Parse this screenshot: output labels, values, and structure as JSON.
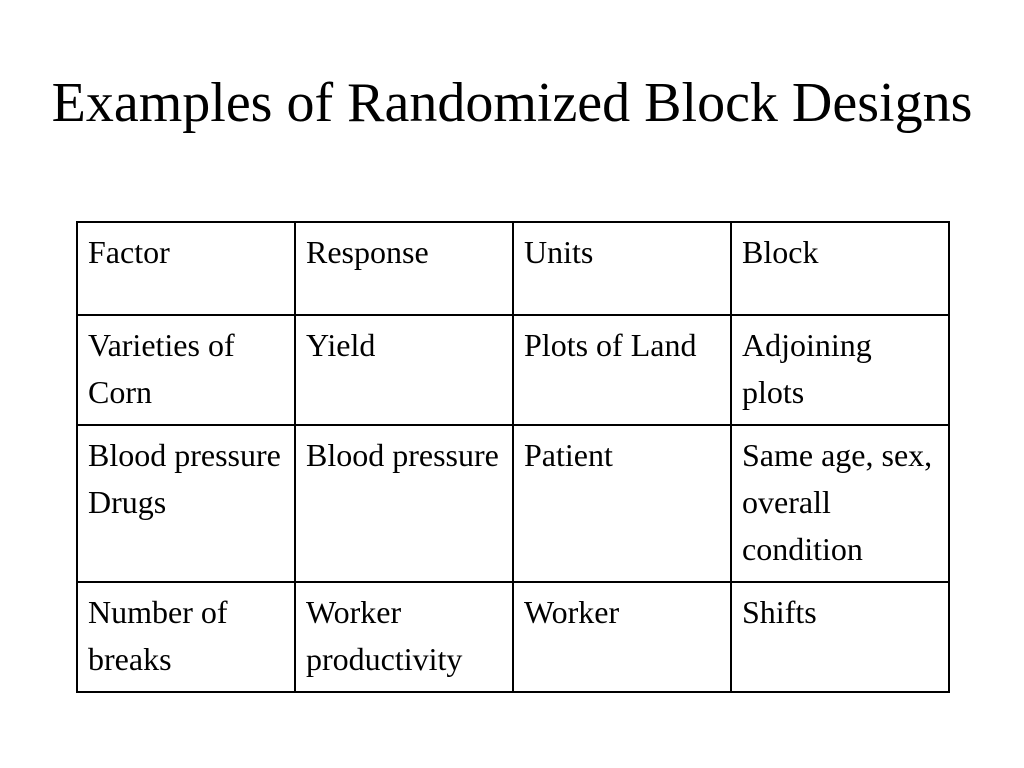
{
  "slide": {
    "title": "Examples of Randomized Block Designs"
  },
  "table": {
    "headers": [
      "Factor",
      "Response",
      "Units",
      "Block"
    ],
    "rows": [
      [
        "Varieties of Corn",
        "Yield",
        "Plots of Land",
        "Adjoining plots"
      ],
      [
        "Blood pressure Drugs",
        "Blood pressure",
        "Patient",
        "Same age, sex, overall condition"
      ],
      [
        "Number of breaks",
        "Worker productivity",
        "Worker",
        "Shifts"
      ]
    ]
  }
}
